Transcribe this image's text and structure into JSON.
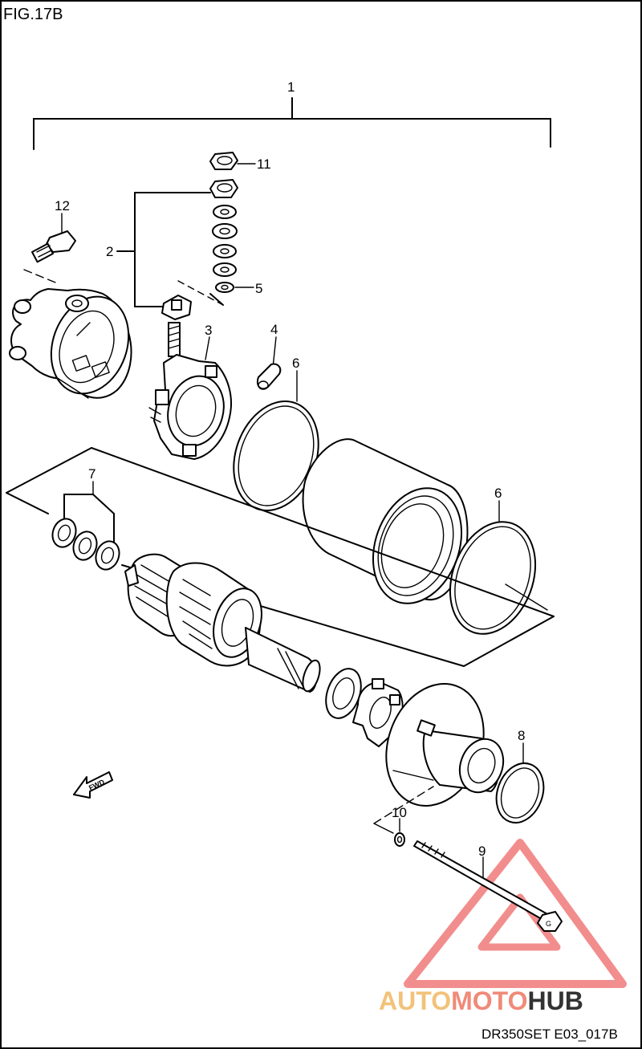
{
  "figure_title": "FIG.17B",
  "figure_code": "DR350SET E03_017B",
  "fwd_label": "FWD",
  "watermark": {
    "part1": "AUTO",
    "part2": "MOTO",
    "part3": "HUB",
    "color1": "#f2c27a",
    "color2": "#f08a78",
    "color3": "#333333",
    "triangle_color": "#f07a7a"
  },
  "callouts": {
    "c1": "1",
    "c2": "2",
    "c3": "3",
    "c4": "4",
    "c5": "5",
    "c6a": "6",
    "c6b": "6",
    "c7": "7",
    "c8": "8",
    "c9": "9",
    "c10": "10",
    "c11": "11",
    "c12": "12"
  }
}
